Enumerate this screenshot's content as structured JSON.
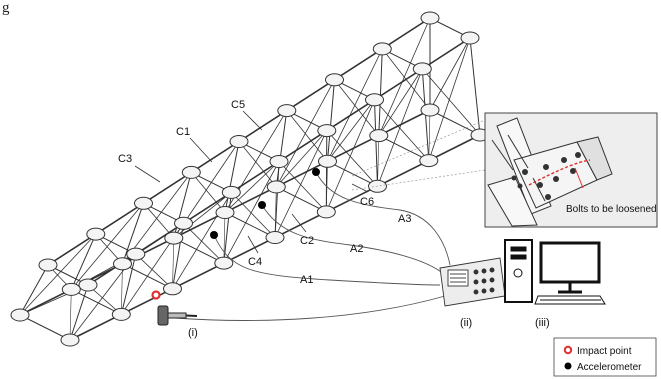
{
  "figure": {
    "header_fragment": "g",
    "colors": {
      "line": "#333333",
      "truss_fill": "#f2f2f2",
      "impact": "#e03030",
      "inset_bg": "#e8e8e8",
      "highlight": "#e03030"
    }
  },
  "truss": {
    "connection_labels": [
      "C1",
      "C2",
      "C3",
      "C4",
      "C5",
      "C6"
    ]
  },
  "cables": {
    "accelerometer_labels": [
      "A1",
      "A2",
      "A3"
    ]
  },
  "equipment": {
    "hammer_label": "(i)",
    "daq_label": "(ii)",
    "computer_label": "(iii)"
  },
  "inset": {
    "annotation": "Bolts to be loosened"
  },
  "legend": {
    "impact_point": "Impact point",
    "accelerometer": "Accelerometer"
  }
}
